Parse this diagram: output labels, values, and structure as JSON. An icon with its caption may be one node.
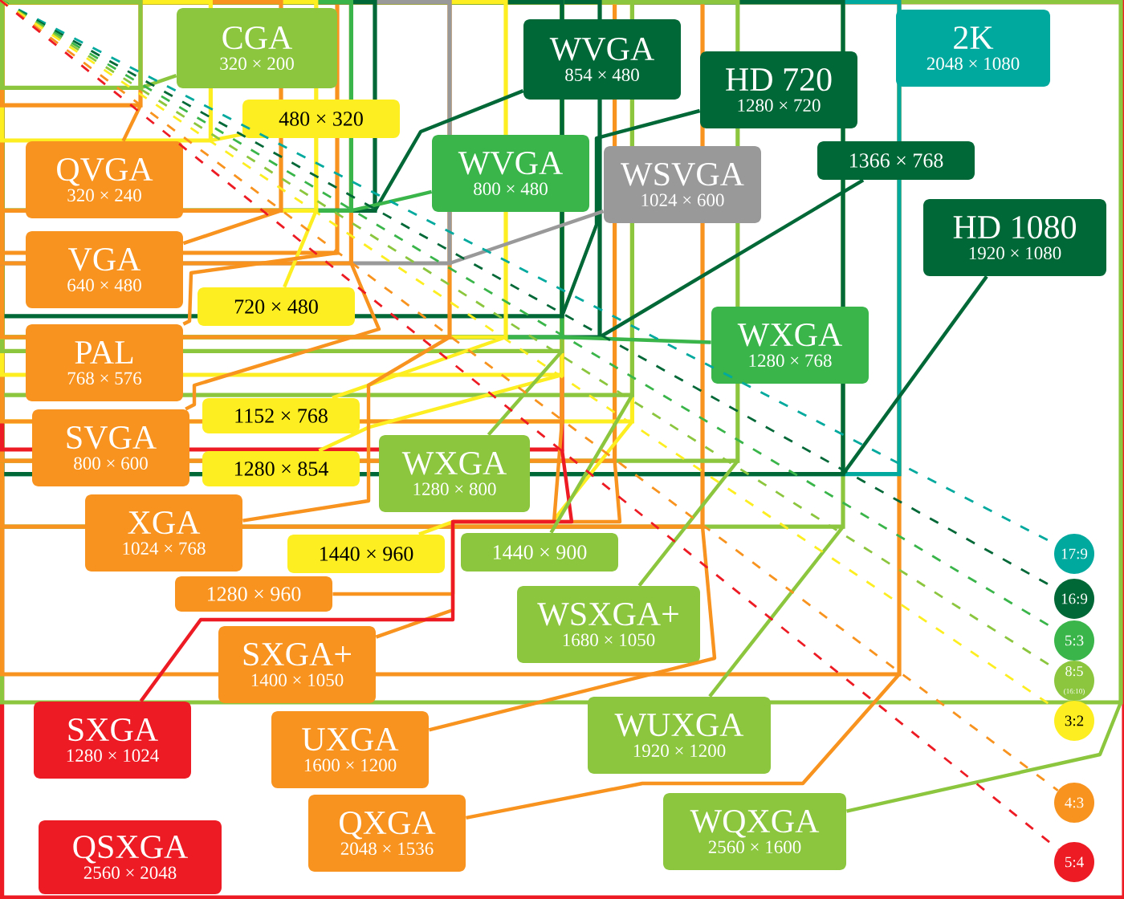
{
  "diagram": {
    "nodes": [
      {
        "text": [
          "CGA",
          "320 × 200"
        ]
      },
      {
        "text": [
          "480 × 320"
        ]
      },
      {
        "text": [
          "QVGA",
          "320 × 240"
        ]
      },
      {
        "text": [
          "VGA",
          "640 × 480"
        ]
      },
      {
        "text": [
          "720 × 480"
        ]
      },
      {
        "text": [
          "PAL",
          "768 × 576"
        ]
      },
      {
        "text": [
          "SVGA",
          "800 × 600"
        ]
      },
      {
        "text": [
          "1152 × 768"
        ]
      },
      {
        "text": [
          "1280 × 854"
        ]
      },
      {
        "text": [
          "XGA",
          "1024 × 768"
        ]
      },
      {
        "text": [
          "1440 × 960"
        ]
      },
      {
        "text": [
          "1280 × 960"
        ]
      },
      {
        "text": [
          "SXGA+",
          "1400 × 1050"
        ]
      },
      {
        "text": [
          "SXGA",
          "1280 × 1024"
        ]
      },
      {
        "text": [
          "QSXGA",
          "2560 × 2048"
        ]
      },
      {
        "text": [
          "UXGA",
          "1600 × 1200"
        ]
      },
      {
        "text": [
          "QXGA",
          "2048 × 1536"
        ]
      },
      {
        "text": [
          "WXGA",
          "1280 × 800"
        ]
      },
      {
        "text": [
          "1440 × 900"
        ]
      },
      {
        "text": [
          "WSXGA+",
          "1680 × 1050"
        ]
      },
      {
        "text": [
          "WUXGA",
          "1920 × 1200"
        ]
      },
      {
        "text": [
          "WQXGA",
          "2560 × 1600"
        ]
      },
      {
        "text": [
          "WVGA",
          "854 × 480"
        ]
      },
      {
        "text": [
          "HD 720",
          "1280 × 720"
        ]
      },
      {
        "text": [
          "2K",
          "2048 × 1080"
        ]
      },
      {
        "text": [
          "WVGA",
          "800 × 480"
        ]
      },
      {
        "text": [
          "WSVGA",
          "1024 × 600"
        ]
      },
      {
        "text": [
          "1366 × 768"
        ]
      },
      {
        "text": [
          "HD 1080",
          "1920 × 1080"
        ]
      },
      {
        "text": [
          "WXGA",
          "1280 × 768"
        ]
      },
      {
        "text": [
          "17:9"
        ]
      },
      {
        "text": [
          "16:9"
        ]
      },
      {
        "text": [
          "5:3"
        ]
      },
      {
        "text": [
          "8:5",
          "(16:10)"
        ]
      },
      {
        "text": [
          "3:2"
        ]
      },
      {
        "text": [
          "4:3"
        ]
      },
      {
        "text": [
          "5:4"
        ]
      }
    ],
    "edges": [
      {
        "from": 0,
        "to": null,
        "arrow": "none",
        "color": "#8cc63f"
      },
      {
        "from": 1,
        "to": null,
        "arrow": "none",
        "color": "#fcee21"
      },
      {
        "from": 2,
        "to": null,
        "arrow": "none"
      },
      {
        "from": 3,
        "to": null,
        "arrow": "none"
      },
      {
        "from": 4,
        "to": null,
        "arrow": "none",
        "color": "#fcee21"
      },
      {
        "from": 5,
        "to": null,
        "arrow": "none"
      },
      {
        "from": 6,
        "to": null,
        "arrow": "none"
      },
      {
        "from": 7,
        "to": null,
        "arrow": "none",
        "color": "#fcee21"
      },
      {
        "from": 8,
        "to": null,
        "arrow": "none",
        "color": "#fcee21"
      },
      {
        "from": 9,
        "to": null,
        "arrow": "none"
      },
      {
        "from": 10,
        "to": null,
        "arrow": "none",
        "color": "#fcee21"
      },
      {
        "from": 11,
        "to": null,
        "arrow": "none"
      },
      {
        "from": 12,
        "to": null,
        "arrow": "none"
      },
      {
        "from": 13,
        "to": null,
        "arrow": "none",
        "color": "#ed1c24"
      },
      {
        "from": 15,
        "to": null,
        "arrow": "none"
      },
      {
        "from": 16,
        "to": null,
        "arrow": "none"
      },
      {
        "from": 17,
        "to": null,
        "arrow": "none",
        "color": "#8cc63f"
      },
      {
        "from": 18,
        "to": null,
        "arrow": "none",
        "color": "#8cc63f"
      },
      {
        "from": 19,
        "to": null,
        "arrow": "none",
        "color": "#8cc63f"
      },
      {
        "from": 20,
        "to": null,
        "arrow": "none",
        "color": "#8cc63f"
      },
      {
        "from": 21,
        "to": null,
        "arrow": "none",
        "color": "#8cc63f"
      },
      {
        "from": 22,
        "to": null,
        "arrow": "none",
        "color": "#006837"
      },
      {
        "from": 23,
        "to": null,
        "arrow": "none",
        "color": "#006837"
      },
      {
        "from": 25,
        "to": null,
        "arrow": "none",
        "color": "#39b54a"
      },
      {
        "from": 26,
        "to": null,
        "arrow": "none",
        "color": "#999999"
      },
      {
        "from": 27,
        "to": null,
        "arrow": "none",
        "color": "#006837"
      },
      {
        "from": 28,
        "to": null,
        "arrow": "none",
        "color": "#006837"
      },
      {
        "from": 29,
        "to": null,
        "arrow": "none",
        "color": "#39b54a"
      },
      {
        "from": null,
        "to": 30,
        "arrow": "none",
        "style": "dashed",
        "color": "#00a99d"
      },
      {
        "from": null,
        "to": 31,
        "arrow": "none",
        "style": "dashed",
        "color": "#006837"
      },
      {
        "from": null,
        "to": 32,
        "arrow": "none",
        "style": "dashed",
        "color": "#39b54a"
      },
      {
        "from": null,
        "to": 33,
        "arrow": "none",
        "style": "dashed",
        "color": "#8cc63f"
      },
      {
        "from": null,
        "to": 34,
        "arrow": "none",
        "style": "dashed",
        "color": "#fcee21"
      },
      {
        "from": null,
        "to": 35,
        "arrow": "none",
        "style": "dashed"
      },
      {
        "from": null,
        "to": 36,
        "arrow": "none",
        "style": "dashed",
        "color": "#ed1c24"
      }
    ]
  }
}
